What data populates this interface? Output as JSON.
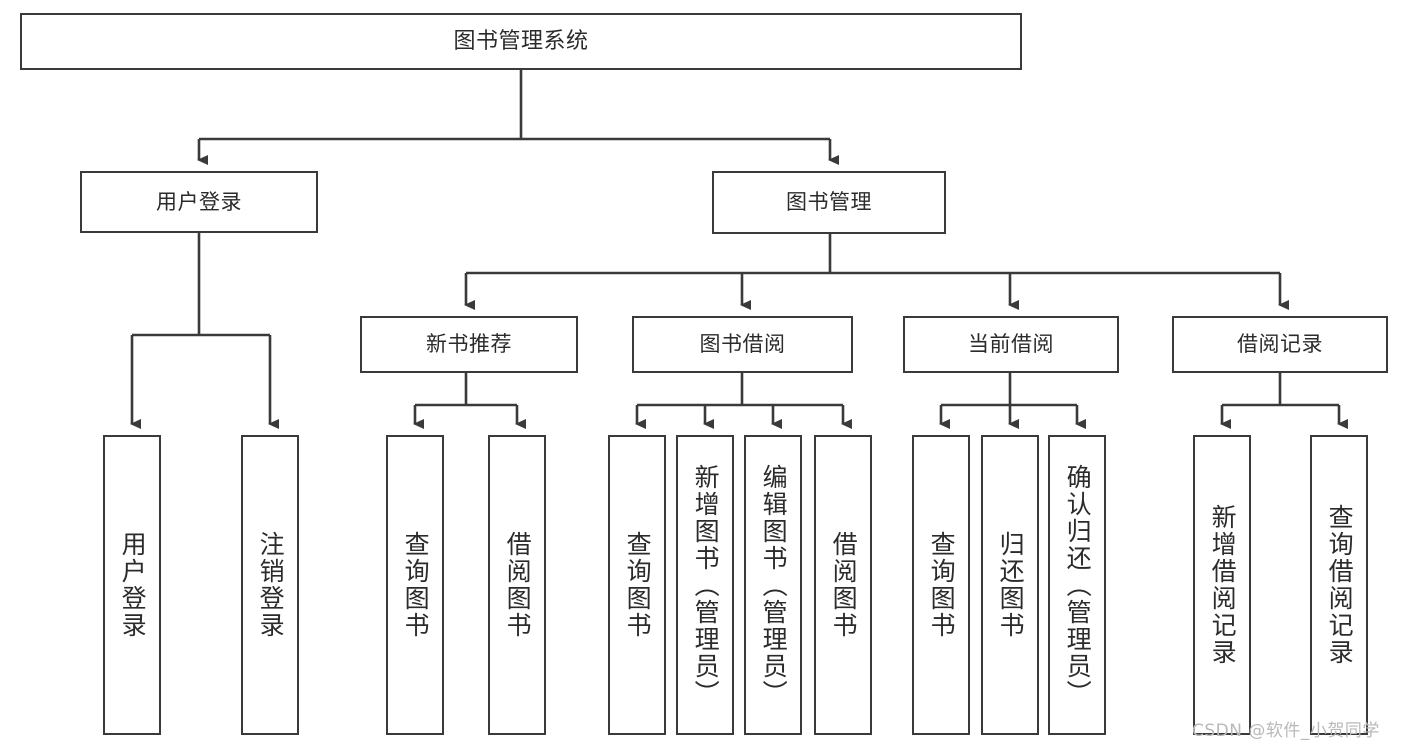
{
  "diagram": {
    "title": "图书管理系统",
    "type": "tree",
    "root": {
      "id": "root",
      "label": "图书管理系统"
    },
    "level2": [
      {
        "id": "user-login",
        "label": "用户登录"
      },
      {
        "id": "book-manage",
        "label": "图书管理"
      }
    ],
    "level3": [
      {
        "id": "new-book-rec",
        "label": "新书推荐",
        "parent": "book-manage"
      },
      {
        "id": "book-borrow",
        "label": "图书借阅",
        "parent": "book-manage"
      },
      {
        "id": "current-borrow",
        "label": "当前借阅",
        "parent": "book-manage"
      },
      {
        "id": "borrow-record",
        "label": "借阅记录",
        "parent": "book-manage"
      }
    ],
    "leaves": [
      {
        "id": "leaf-user-login",
        "label": "用户登录",
        "parent": "user-login"
      },
      {
        "id": "leaf-logout",
        "label": "注销登录",
        "parent": "user-login"
      },
      {
        "id": "leaf-query-book-1",
        "label": "查询图书",
        "parent": "new-book-rec"
      },
      {
        "id": "leaf-borrow-book-1",
        "label": "借阅图书",
        "parent": "new-book-rec"
      },
      {
        "id": "leaf-query-book-2",
        "label": "查询图书",
        "parent": "book-borrow"
      },
      {
        "id": "leaf-add-book",
        "label": "新增图书（管理员）",
        "parent": "book-borrow"
      },
      {
        "id": "leaf-edit-book",
        "label": "编辑图书（管理员）",
        "parent": "book-borrow"
      },
      {
        "id": "leaf-borrow-book-2",
        "label": "借阅图书",
        "parent": "book-borrow"
      },
      {
        "id": "leaf-query-book-3",
        "label": "查询图书",
        "parent": "current-borrow"
      },
      {
        "id": "leaf-return-book",
        "label": "归还图书",
        "parent": "current-borrow"
      },
      {
        "id": "leaf-confirm-return",
        "label": "确认归还（管理员）",
        "parent": "current-borrow"
      },
      {
        "id": "leaf-add-record",
        "label": "新增借阅记录",
        "parent": "borrow-record"
      },
      {
        "id": "leaf-query-record",
        "label": "查询借阅记录",
        "parent": "borrow-record"
      }
    ]
  },
  "style": {
    "box_border_color": "#3a3a3a",
    "box_fill_color": "#ffffff",
    "text_color": "#2b2b2b",
    "connector_color": "#3a3a3a",
    "background_color": "#ffffff"
  },
  "watermark": {
    "text": "CSDN @软件_小贺同学",
    "color": "#b9b9b9"
  }
}
